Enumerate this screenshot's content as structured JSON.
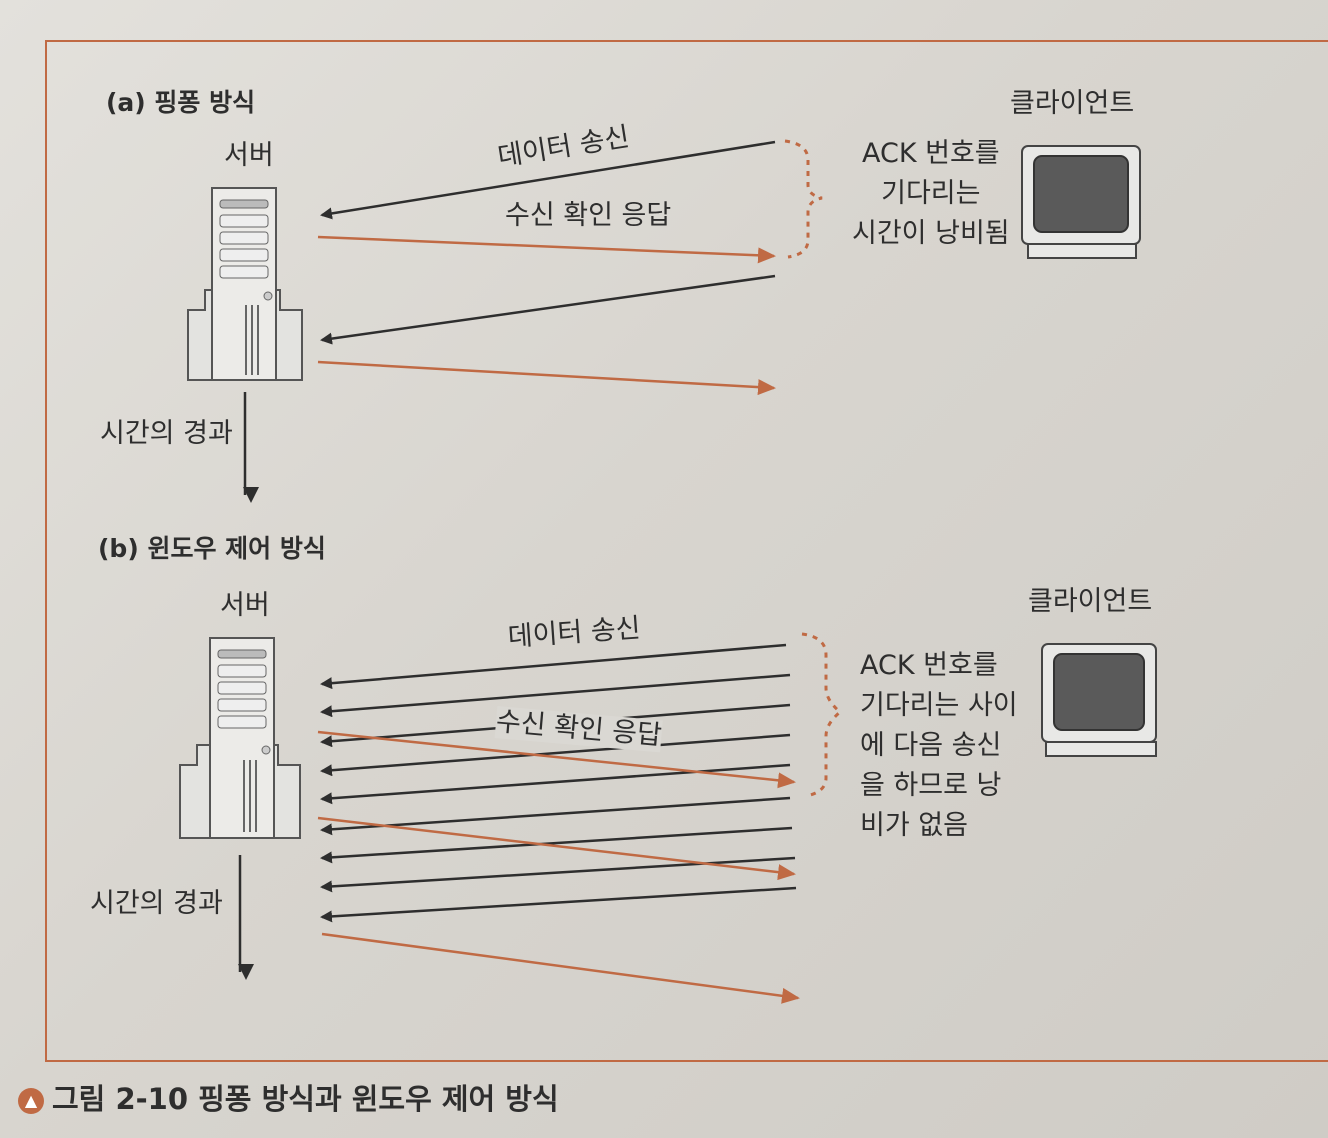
{
  "section_a": {
    "title": "(a) 핑퐁 방식",
    "server_label": "서버",
    "client_label": "클라이언트",
    "data_send_label": "데이터 송신",
    "ack_label": "수신 확인 응답",
    "note": [
      "ACK 번호를",
      "기다리는",
      "시간이 낭비됨"
    ],
    "time_label": "시간의 경과"
  },
  "section_b": {
    "title": "(b) 윈도우 제어 방식",
    "server_label": "서버",
    "client_label": "클라이언트",
    "data_send_label": "데이터 송신",
    "ack_label": "수신 확인 응답",
    "note": [
      "ACK 번호를",
      "기다리는 사이",
      "에 다음 송신",
      "을 하므로 낭",
      "비가 없음"
    ],
    "time_label": "시간의 경과"
  },
  "caption": "그림 2-10 핑퐁 방식과 윈도우 제어 방식",
  "colors": {
    "accent": "#c06a44",
    "ink": "#2e2e2e"
  }
}
